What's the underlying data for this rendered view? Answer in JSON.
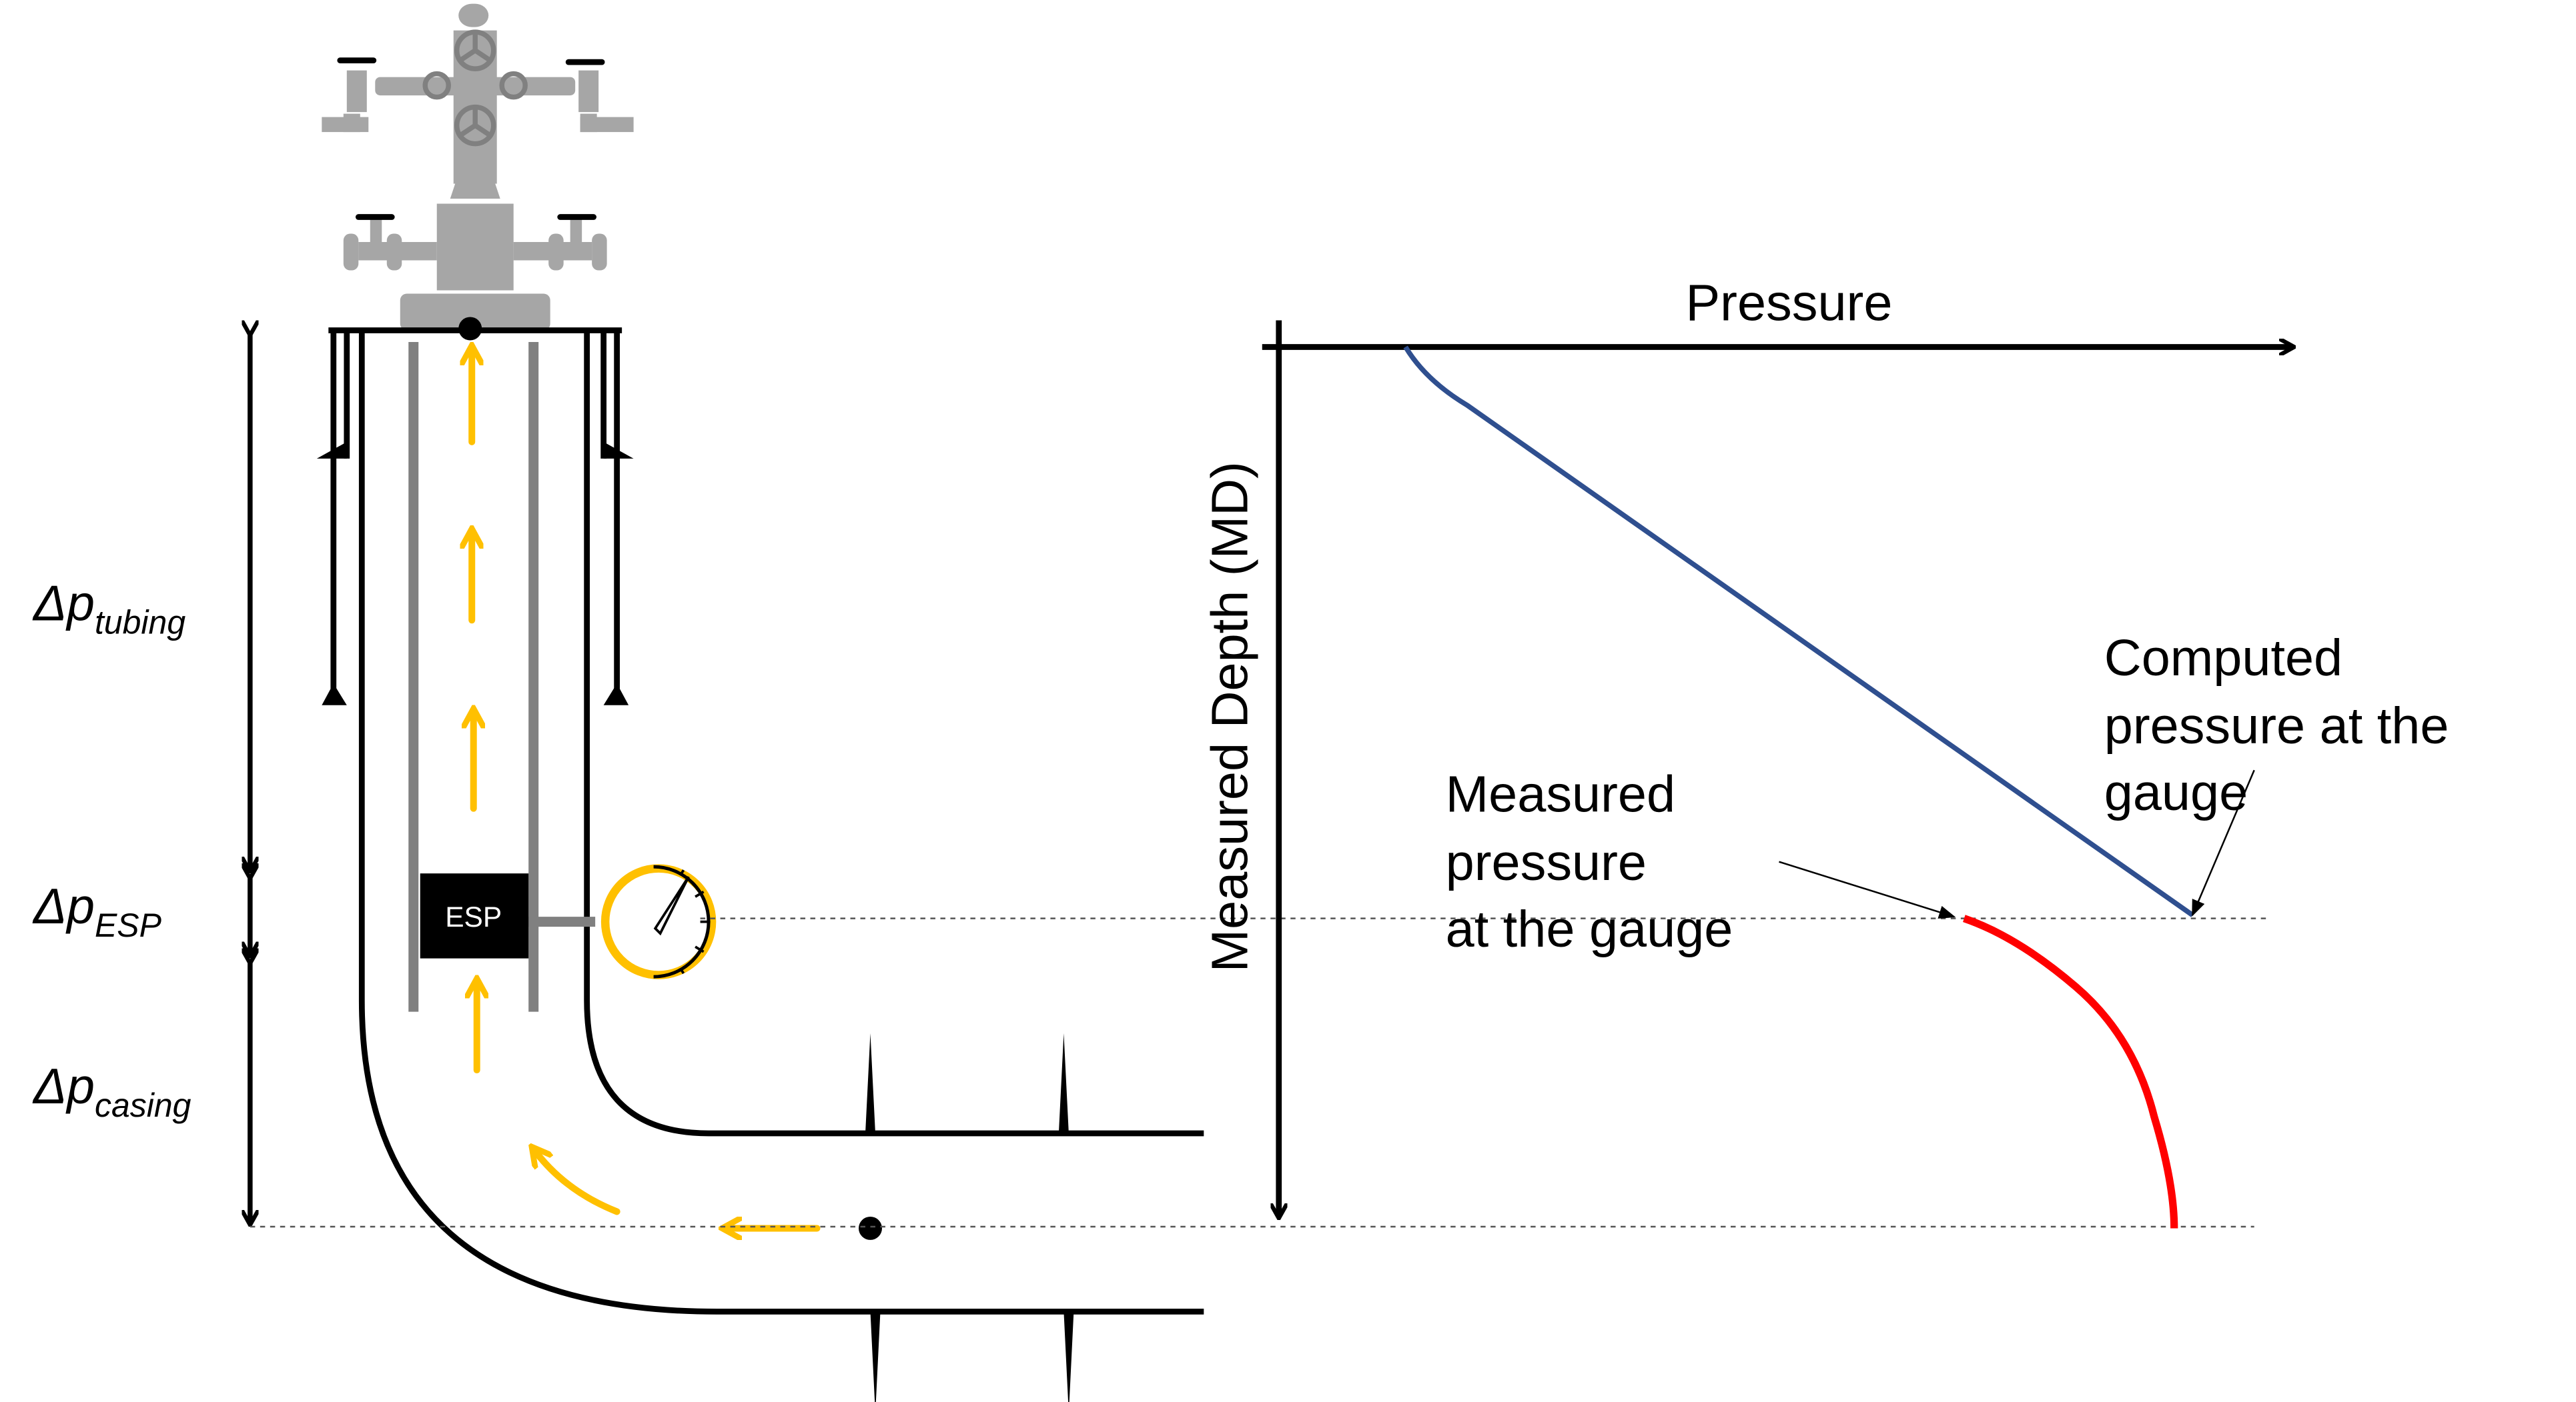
{
  "labels": {
    "dp_symbol": "Δp",
    "tubing_sub": "tubing",
    "esp_sub": "ESP",
    "casing_sub": "casing",
    "esp_box": "ESP"
  },
  "chart": {
    "x_axis_label": "Pressure",
    "y_axis_label": "Measured Depth (MD)",
    "computed_annotation": [
      "Computed",
      "pressure at the",
      "gauge"
    ],
    "measured_annotation": [
      "Measured",
      "pressure",
      "at the gauge"
    ]
  },
  "colors": {
    "computed_curve": "#2F4F8F",
    "measured_curve": "#FF0000",
    "flow_arrows": "#FFC000",
    "equipment_grey": "#A6A6A6"
  }
}
